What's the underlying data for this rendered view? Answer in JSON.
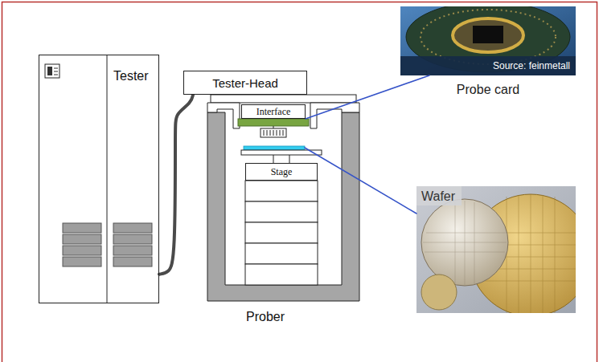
{
  "diagram": {
    "nodes": [
      {
        "text": [
          "Tester"
        ]
      },
      {
        "text": [
          "Tester-Head"
        ]
      },
      {
        "text": [
          "Prober"
        ]
      },
      {
        "text": [
          "Interface"
        ],
        "in": 2
      },
      {
        "text": [
          "Stage"
        ],
        "in": 2
      },
      {
        "text": [
          "Source: feinmetall",
          "Probe card"
        ]
      },
      {
        "text": [
          "Wafer"
        ]
      }
    ],
    "edges": [
      {
        "from": 0,
        "to": 1,
        "arrow": "none"
      },
      {
        "from": 3,
        "to": 5,
        "arrow": "none"
      },
      {
        "from": 2,
        "to": 6,
        "arrow": "none"
      }
    ]
  }
}
